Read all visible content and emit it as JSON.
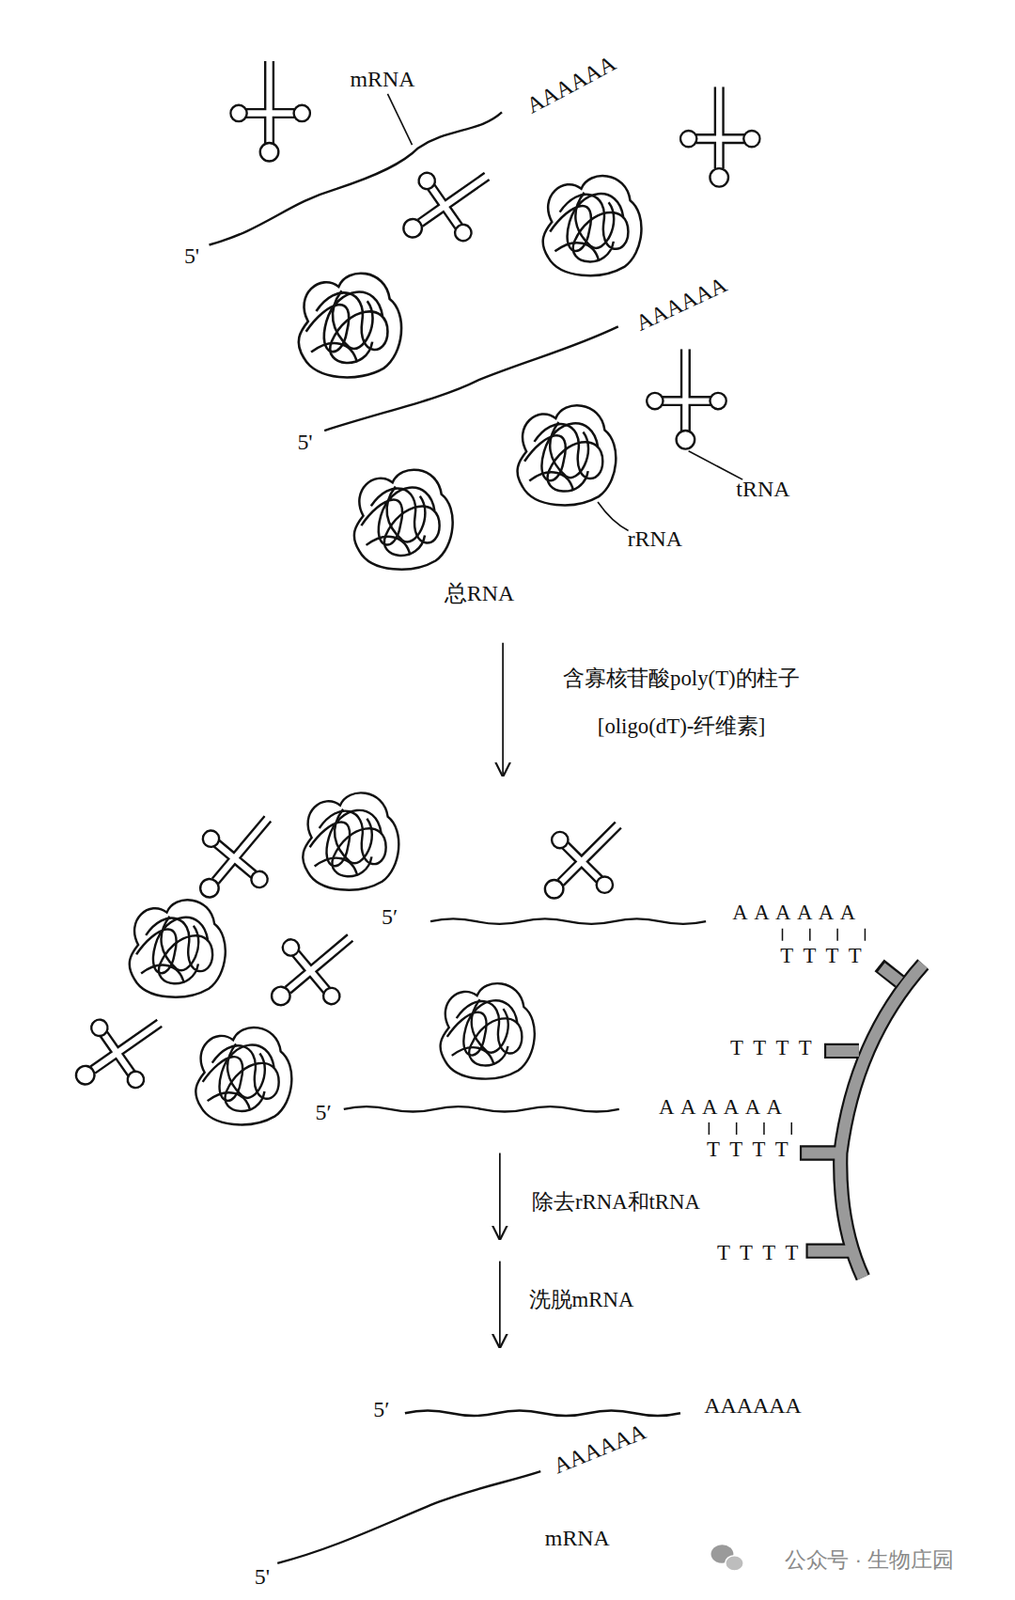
{
  "diagram": {
    "labels": [
      "mRNA",
      "AAAAAA",
      "5'",
      "AAAAAA",
      "5'",
      "tRNA",
      "rRNA",
      "总RNA",
      "含寡核苷酸poly(T)的柱子",
      "[oligo(dT)-纤维素]",
      "5′",
      "A A A A A A",
      "T T T T",
      "T T T T",
      "5′",
      "A A A A A A",
      "T T T T",
      "T T T T",
      "除去rRNA和tRNA",
      "洗脱mRNA",
      "5′",
      "AAAAAA",
      "AAAAAA",
      "5'",
      "mRNA",
      "公众号 · 生物庄园"
    ]
  }
}
